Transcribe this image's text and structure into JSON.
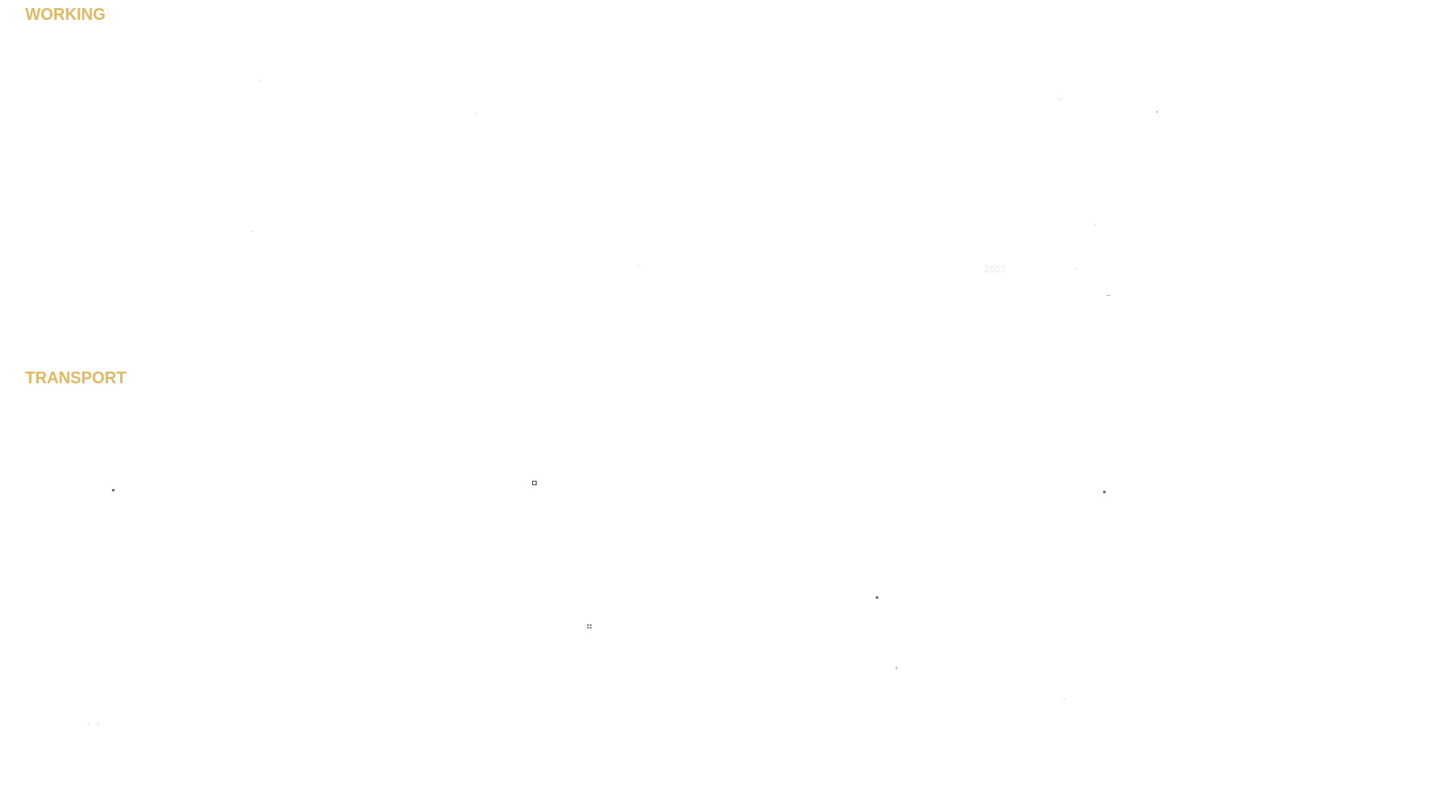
{
  "sections": {
    "working": {
      "title": "WORKING"
    },
    "transport": {
      "title": "TRANSPORT"
    }
  },
  "working_area_label": "2507",
  "colors": {
    "section_title": "#e0b862",
    "background": "#ffffff",
    "area_label": "#eaeaea"
  }
}
